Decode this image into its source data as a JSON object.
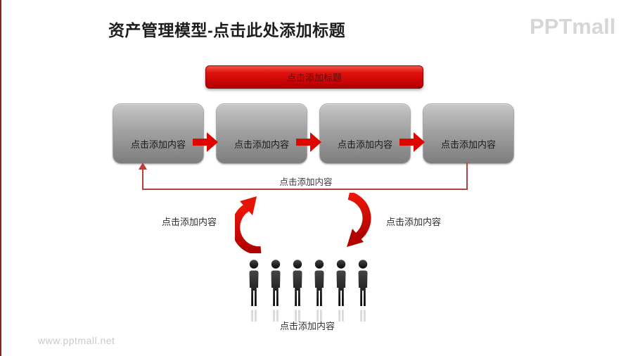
{
  "page": {
    "title": "资产管理模型-点击此处添加标题",
    "brand_logo": "PPTmall",
    "watermark": "www.pptmall.net"
  },
  "banner": {
    "label": "点击添加标题"
  },
  "process": {
    "boxes": [
      {
        "label": "点击添加内容"
      },
      {
        "label": "点击添加内容"
      },
      {
        "label": "点击添加内容"
      },
      {
        "label": "点击添加内容"
      }
    ],
    "feedback_label": "点击添加内容"
  },
  "cycle": {
    "left_label": "点击添加内容",
    "right_label": "点击添加内容"
  },
  "audience": {
    "label": "点击添加内容",
    "people_count": 6
  },
  "colors": {
    "accent_red": "#dd0700",
    "banner_red": "#c90505",
    "loop_line_red": "#b04240",
    "box_gray_top": "#c6c6c6",
    "box_gray_bottom": "#7d7d7d",
    "people_dark": "#141414",
    "logo_gray": "#d6d6d6"
  }
}
